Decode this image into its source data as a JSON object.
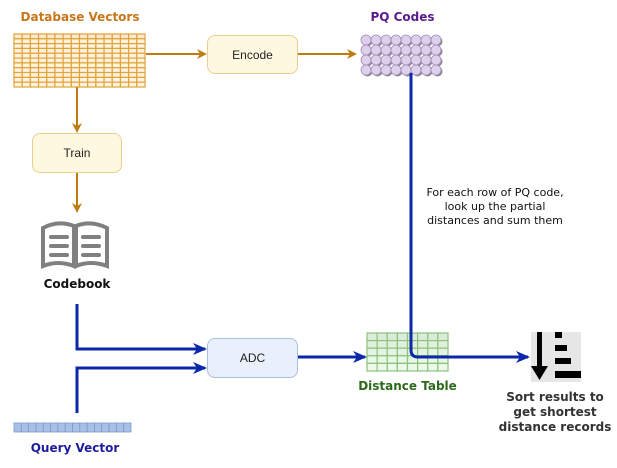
{
  "nodes": {
    "database_vectors": {
      "label": "Database Vectors",
      "color": "#c8761a",
      "grid_cols": 16,
      "grid_rows": 11
    },
    "encode": {
      "label": "Encode"
    },
    "pq_codes": {
      "label": "PQ Codes",
      "color": "#5b1a8c",
      "grid_cols": 8,
      "grid_rows": 4
    },
    "train": {
      "label": "Train"
    },
    "codebook": {
      "label": "Codebook",
      "icon": "book-icon"
    },
    "adc": {
      "label": "ADC"
    },
    "distance_table": {
      "label": "Distance Table",
      "color": "#2c6a1a",
      "grid_cols": 8,
      "grid_rows": 5
    },
    "query_vector": {
      "label": "Query Vector",
      "color": "#1c1c9c",
      "cells": 16
    },
    "sort": {
      "label": "Sort results to\nget shortest\ndistance records",
      "icon": "sort-descending-icon"
    }
  },
  "annotations": {
    "lookup_note": "For each row of PQ code,\nlook up the partial\ndistances and sum them"
  },
  "colors": {
    "orange_arrow": "#c07a10",
    "blue_arrow": "#0a28a8"
  }
}
